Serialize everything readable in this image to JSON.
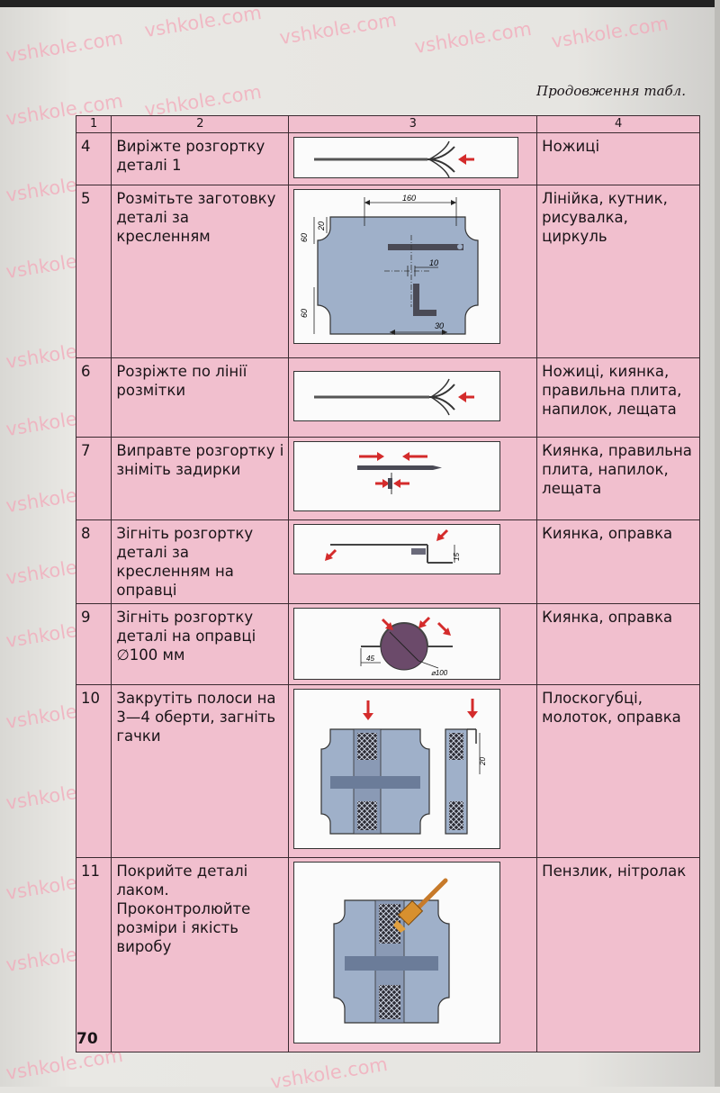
{
  "caption": "Продовження табл.",
  "page_number": "70",
  "watermark": "vshkole.com",
  "table": {
    "headers": [
      "1",
      "2",
      "3",
      "4"
    ],
    "rows": [
      {
        "n": "4",
        "operation": "Виріжте розгортку деталі 1",
        "tools": "Ножиці"
      },
      {
        "n": "5",
        "operation": "Розмітьте заготовку деталі за кресленням",
        "tools": "Лінійка, кутник, рисувалка, циркуль"
      },
      {
        "n": "6",
        "operation": "Розріжте по лінії розмітки",
        "tools": "Ножиці, киянка, правильна плита, напилок, лещата"
      },
      {
        "n": "7",
        "operation": "Виправте розгортку і зніміть задирки",
        "tools": "Киянка, правильна плита, напилок, лещата"
      },
      {
        "n": "8",
        "operation": "Зігніть розгортку деталі за кресленням на оправці",
        "tools": "Киянка, оправка"
      },
      {
        "n": "9",
        "operation": "Зігніть розгортку деталі на оправці ∅100 мм",
        "tools": "Киянка, оправка"
      },
      {
        "n": "10",
        "operation": "Закрутіть полоси на 3—4 оберти, загніть гачки",
        "tools": "Плоскогубці, молоток, оправка"
      },
      {
        "n": "11",
        "operation": "Покрийте деталі лаком. Проконтролюйте розміри і якість виробу",
        "tools": "Пензлик, нітролак"
      }
    ]
  },
  "figure_labels": {
    "row5_dim_160": "160",
    "row5_dim_20a": "20",
    "row5_dim_60a": "60",
    "row5_dim_10": "10",
    "row5_dim_60b": "60",
    "row5_dim_30": "30",
    "row8_dim_15": "15",
    "row9_dim_45": "45",
    "row9_dim_d100": "⌀100",
    "row10_dim_20": "20"
  },
  "colors": {
    "table_bg": "#f1bfce",
    "figure_bg": "#fbfbfb",
    "part_fill": "#9fb0c9",
    "arrow_red": "#d42b2b",
    "watermark": "#f4a6b8"
  }
}
